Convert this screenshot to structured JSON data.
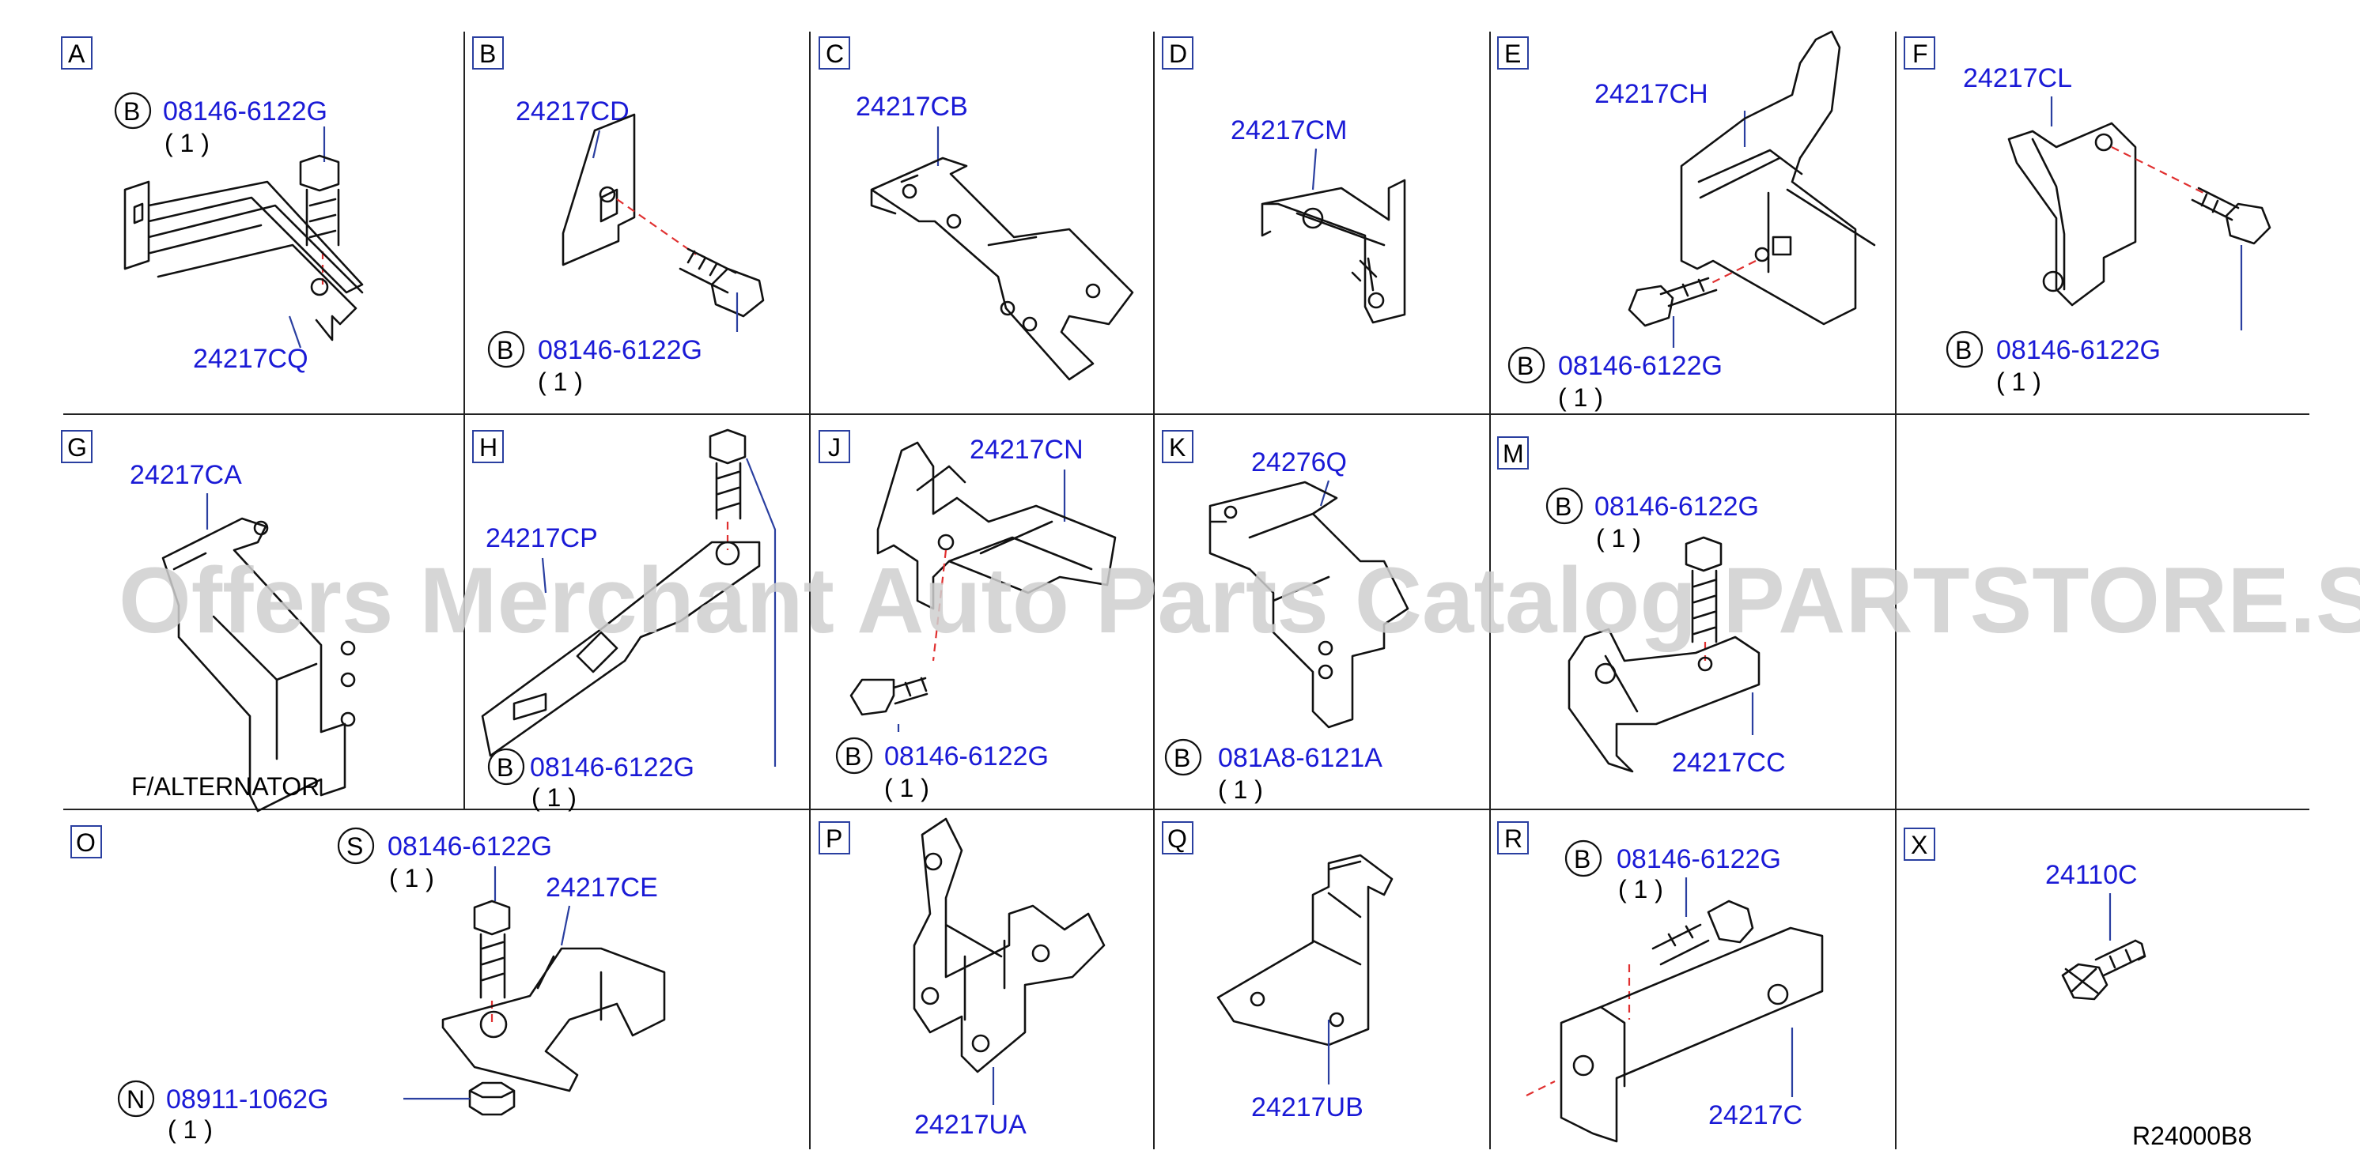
{
  "watermark": "Offers Merchant Auto Parts Catalog PARTSTORE.SA",
  "reference_code": "R24000B8",
  "sections": [
    {
      "id": "A",
      "letter": "A",
      "parts": [
        "08146-6122G",
        "24217CQ"
      ],
      "fastener_letter": "B",
      "qty": "( 1 )",
      "note": ""
    },
    {
      "id": "B",
      "letter": "B",
      "parts": [
        "24217CD",
        "08146-6122G"
      ],
      "fastener_letter": "B",
      "qty": "( 1 )",
      "note": ""
    },
    {
      "id": "C",
      "letter": "C",
      "parts": [
        "24217CB"
      ],
      "fastener_letter": "",
      "qty": "",
      "note": ""
    },
    {
      "id": "D",
      "letter": "D",
      "parts": [
        "24217CM"
      ],
      "fastener_letter": "",
      "qty": "",
      "note": ""
    },
    {
      "id": "E",
      "letter": "E",
      "parts": [
        "24217CH",
        "08146-6122G"
      ],
      "fastener_letter": "B",
      "qty": "( 1 )",
      "note": ""
    },
    {
      "id": "F",
      "letter": "F",
      "parts": [
        "24217CL",
        "08146-6122G"
      ],
      "fastener_letter": "B",
      "qty": "( 1 )",
      "note": ""
    },
    {
      "id": "G",
      "letter": "G",
      "parts": [
        "24217CA"
      ],
      "fastener_letter": "",
      "qty": "",
      "note": "F/ALTERNATOR"
    },
    {
      "id": "H",
      "letter": "H",
      "parts": [
        "24217CP",
        "08146-6122G"
      ],
      "fastener_letter": "B",
      "qty": "( 1 )",
      "note": ""
    },
    {
      "id": "J",
      "letter": "J",
      "parts": [
        "24217CN",
        "08146-6122G"
      ],
      "fastener_letter": "B",
      "qty": "( 1 )",
      "note": ""
    },
    {
      "id": "K",
      "letter": "K",
      "parts": [
        "24276Q",
        "081A8-6121A"
      ],
      "fastener_letter": "B",
      "qty": "( 1 )",
      "note": ""
    },
    {
      "id": "M",
      "letter": "M",
      "parts": [
        "08146-6122G",
        "24217CC"
      ],
      "fastener_letter": "B",
      "qty": "( 1 )",
      "note": ""
    },
    {
      "id": "O",
      "letter": "O",
      "parts": [
        "08146-6122G",
        "24217CE",
        "08911-1062G"
      ],
      "fastener_letter": "S",
      "qty": "( 1 )",
      "fastener2_letter": "N",
      "qty2": "( 1 )",
      "note": ""
    },
    {
      "id": "P",
      "letter": "P",
      "parts": [
        "24217UA"
      ],
      "fastener_letter": "",
      "qty": "",
      "note": ""
    },
    {
      "id": "Q",
      "letter": "Q",
      "parts": [
        "24217UB"
      ],
      "fastener_letter": "",
      "qty": "",
      "note": ""
    },
    {
      "id": "R",
      "letter": "R",
      "parts": [
        "08146-6122G",
        "24217C"
      ],
      "fastener_letter": "B",
      "qty": "( 1 )",
      "note": ""
    },
    {
      "id": "X",
      "letter": "X",
      "parts": [
        "24110C"
      ],
      "fastener_letter": "",
      "qty": "",
      "note": ""
    }
  ]
}
